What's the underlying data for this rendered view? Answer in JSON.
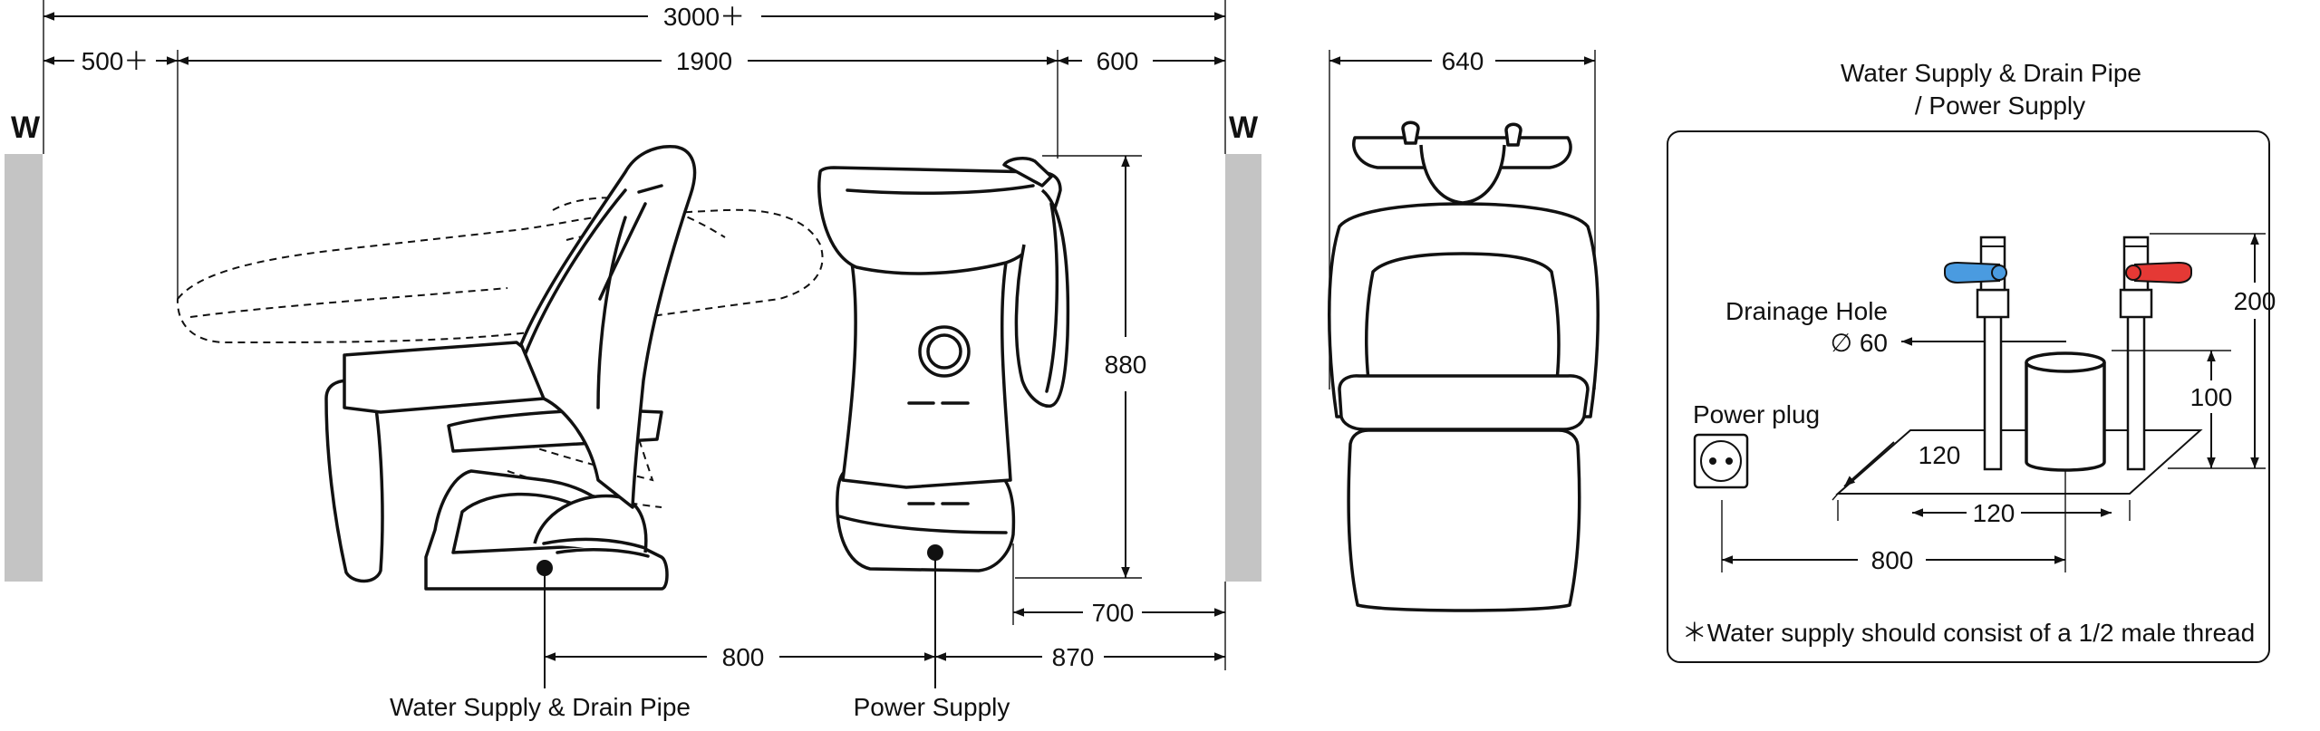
{
  "wall_label": "W",
  "dimensions": {
    "total_width": "3000＋",
    "rear_clearance": "500＋",
    "reclined_length": "1900",
    "front_clearance": "600",
    "top_width": "640",
    "basin_height": "880",
    "supply_to_power": "800",
    "power_to_wall": "870",
    "basin_to_wall": "700"
  },
  "labels": {
    "water_supply_drain_pipe": "Water Supply & Drain Pipe",
    "power_supply": "Power Supply"
  },
  "detail": {
    "title_line1": "Water Supply & Drain Pipe",
    "title_line2": "/ Power Supply",
    "drainage_hole": "Drainage Hole",
    "drainage_diameter": "∅ 60",
    "power_plug": "Power plug",
    "dim_height_200": "200",
    "dim_height_100": "100",
    "dim_depth_120": "120",
    "dim_width_120": "120",
    "dim_800": "800",
    "note": "＊Water supply should consist of a 1/2 male thread"
  },
  "colors": {
    "wall": "#c4c4c4",
    "cold_handle": "#4a9be0",
    "hot_handle": "#e53935",
    "line": "#111111"
  }
}
